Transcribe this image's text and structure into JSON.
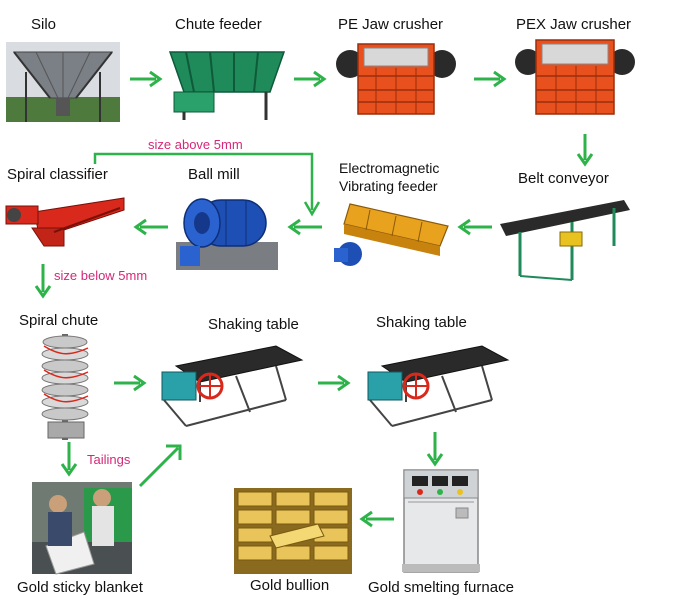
{
  "labels": {
    "silo": "Silo",
    "chute_feeder": "Chute feeder",
    "pe_jaw_crusher": "PE Jaw crusher",
    "pex_jaw_crusher": "PEX Jaw crusher",
    "belt_conveyor": "Belt conveyor",
    "electromagnetic_line1": "Electromagnetic",
    "electromagnetic_line2": "Vibrating feeder",
    "ball_mill": "Ball mill",
    "spiral_classifier": "Spiral classifier",
    "spiral_chute": "Spiral chute",
    "shaking_table_1": "Shaking table",
    "shaking_table_2": "Shaking table",
    "gold_sticky_blanket": "Gold sticky blanket",
    "gold_bullion": "Gold bullion",
    "gold_smelting_furnace": "Gold smelting furnace"
  },
  "annotations": {
    "size_above": "size above 5mm",
    "size_below": "size below 5mm",
    "tailings": "Tailings"
  },
  "colors": {
    "arrow_green": "#2eb34a",
    "annotation_pink": "#d4287a",
    "crusher_orange": "#e8501e",
    "machine_green": "#1f8a5a",
    "classifier_red": "#d9281c",
    "mill_blue": "#1e4fb5",
    "gold": "#d8b24a"
  }
}
